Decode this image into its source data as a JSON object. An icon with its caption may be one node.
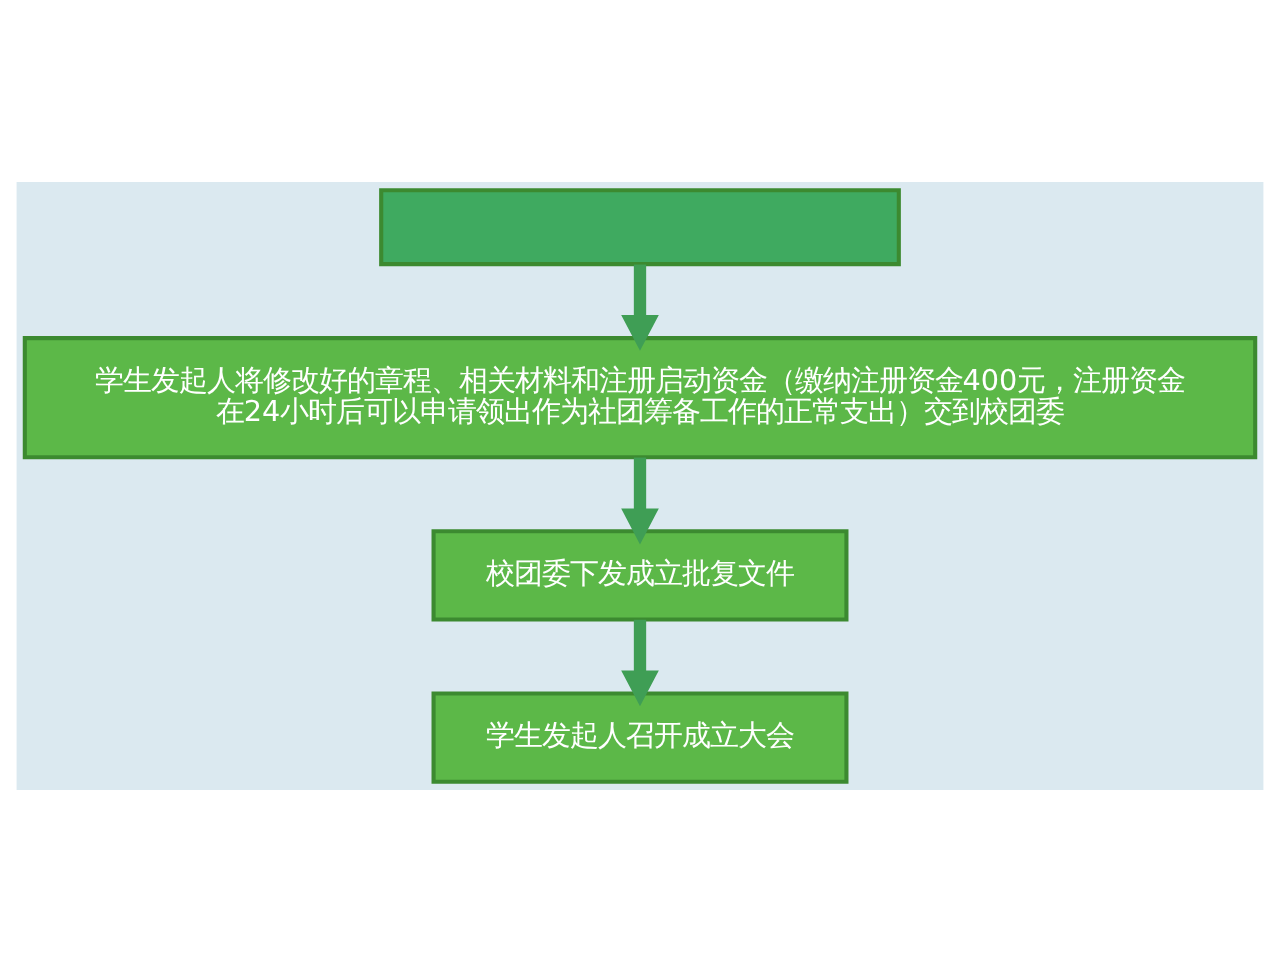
{
  "diagram": {
    "nodes": [
      {
        "text": [],
        "shape": "box"
      },
      {
        "text": [
          "学生发起人将修改好的章程、相关材料和注册启动资金（缴纳注册资金400元，注册资金在24小时后可以申请领出作为社团筹备工作的正常支出）交到校团委"
        ]
      },
      {
        "text": [
          "校团委下发成立批复文件"
        ]
      },
      {
        "text": [
          "学生发起人召开成立大会"
        ]
      }
    ],
    "edges": [
      {
        "from": 0,
        "to": 1,
        "arrow": "to"
      },
      {
        "from": 1,
        "to": 2,
        "arrow": "to"
      },
      {
        "from": 2,
        "to": 3,
        "arrow": "to"
      }
    ]
  }
}
